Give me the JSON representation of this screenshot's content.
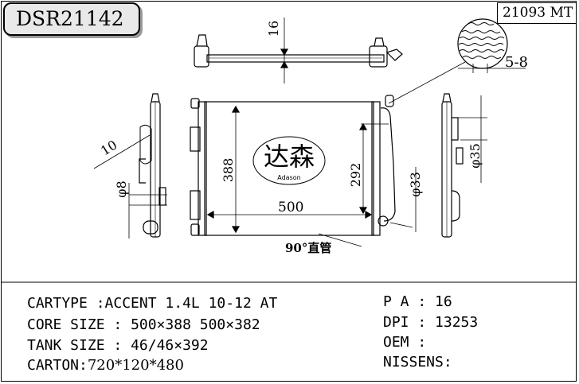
{
  "header": {
    "part_number": "DSR21142",
    "ref_code": "21093 MT"
  },
  "drawing": {
    "dim_top": "16",
    "dim_fin": "5-8",
    "dim_width": "500",
    "dim_height": "388",
    "dim_core_h": "292",
    "dim_angle": "10",
    "dim_pipe_small": "φ8",
    "dim_pipe_mid": "φ33",
    "dim_pipe_large": "φ35",
    "logo_text": "达森",
    "logo_sub": "Adason",
    "note": "90°直管"
  },
  "specs": {
    "cartype_label": "CARTYPE :",
    "cartype_value": "ACCENT 1.4L 10-12 AT",
    "core_label": "CORE SIZE :",
    "core_value": "500×388  500×382",
    "tank_label": "TANK SIZE :",
    "tank_value": "46/46×392",
    "carton_label": "CARTON:",
    "carton_value": "720*120*480",
    "pa_label": "P A :",
    "pa_value": "16",
    "dpi_label": "DPI :",
    "dpi_value": "13253",
    "oem_label": "OEM :",
    "oem_value": "",
    "nissens_label": "NISSENS:",
    "nissens_value": ""
  }
}
